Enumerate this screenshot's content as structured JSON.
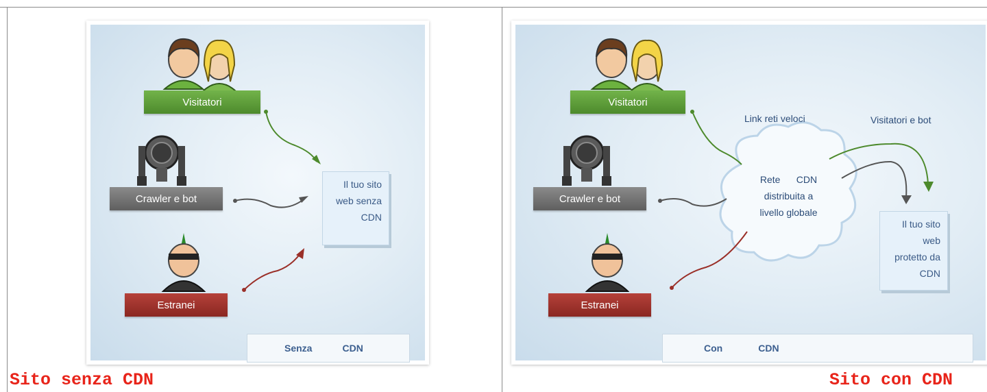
{
  "left": {
    "visitors_label": "Visitatori",
    "crawler_label": "Crawler e bot",
    "strangers_label": "Estranei",
    "site_lines": [
      "Il tuo sito",
      "web senza",
      "CDN"
    ],
    "tab": [
      "Senza",
      "CDN"
    ],
    "caption": "Sito senza CDN"
  },
  "right": {
    "visitors_label": "Visitatori",
    "crawler_label": "Crawler e bot",
    "strangers_label": "Estranei",
    "link_label": "Link reti veloci",
    "visitors_bots_label": "Visitatori e bot",
    "cloud_lines": [
      "Rete      CDN",
      "distribuita a",
      "livello globale"
    ],
    "site_lines": [
      "Il tuo sito",
      "web",
      "protetto da",
      "CDN"
    ],
    "tab": [
      "Con",
      "CDN"
    ],
    "caption": "Sito con CDN"
  },
  "colors": {
    "green": "#5a9a36",
    "gray": "#5f5f5f",
    "red": "#9a2f28",
    "caption": "#e8241a"
  },
  "icons": [
    "visitors-icon",
    "robot-icon",
    "stranger-icon",
    "cloud-icon"
  ]
}
